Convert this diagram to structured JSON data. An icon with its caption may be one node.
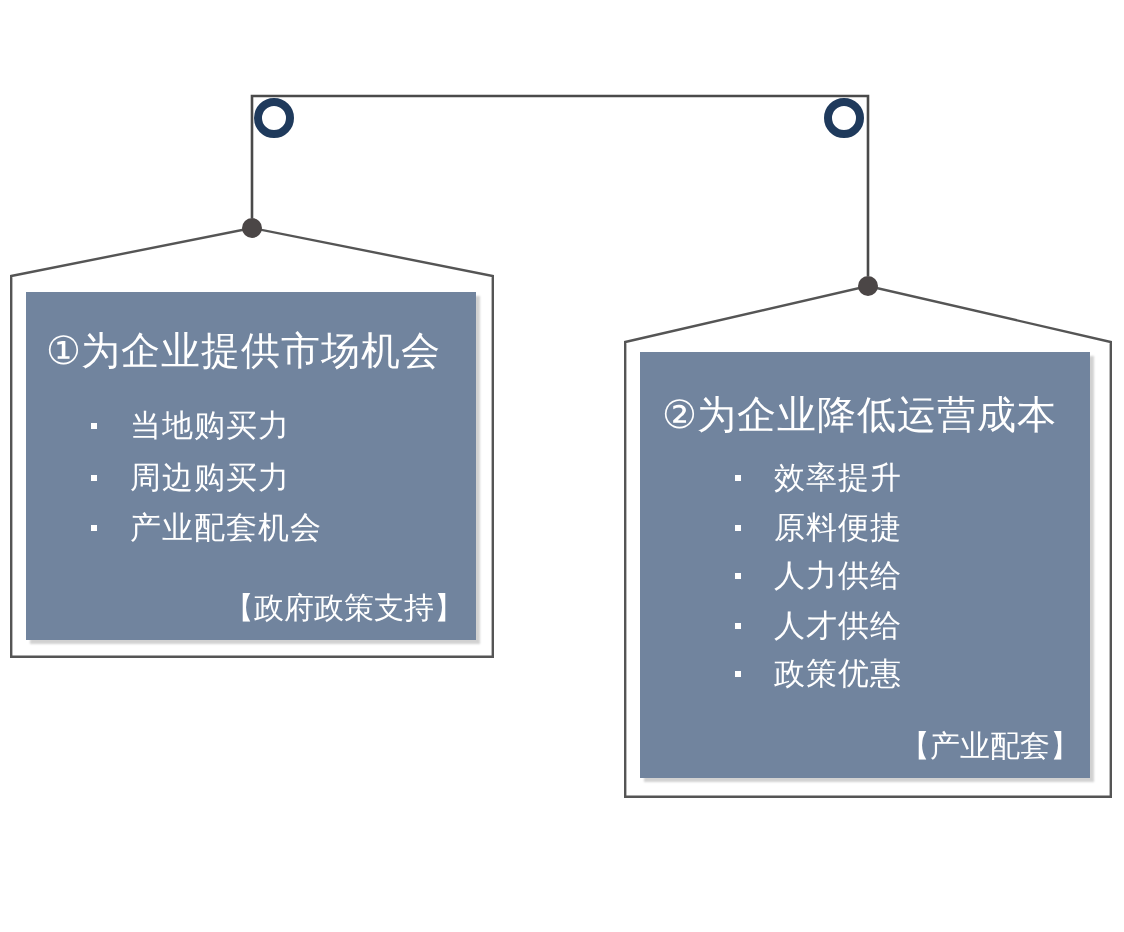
{
  "diagram": {
    "nodes": [
      {
        "text": [],
        "shape": "tag"
      },
      {
        "text": [
          "①为企业提供市场机会",
          "当地购买力",
          "周边购买力",
          "产业配套机会",
          "【政府政策支持】"
        ],
        "in": 0
      },
      {
        "text": [],
        "shape": "tag"
      },
      {
        "text": [
          "②为企业降低运营成本",
          "效率提升",
          "原料便捷",
          "人力供给",
          "人才供给",
          "政策优惠",
          "【产业配套】"
        ],
        "in": 2
      }
    ],
    "edges": [
      {
        "from": 0,
        "to": 2,
        "arrow": "none"
      }
    ]
  }
}
